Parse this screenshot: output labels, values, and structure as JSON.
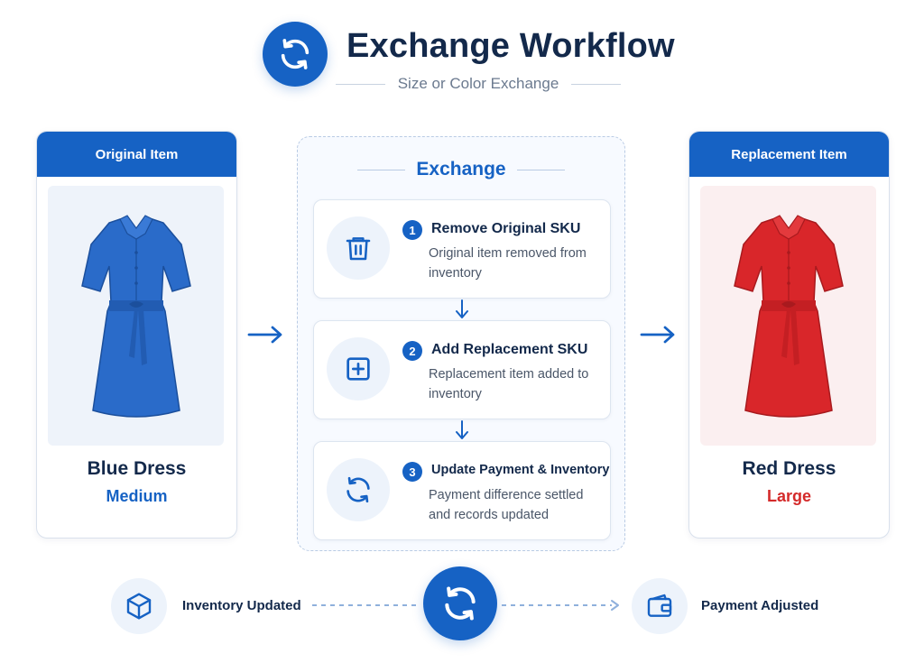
{
  "header": {
    "title": "Exchange Workflow",
    "subtitle": "Size or Color Exchange",
    "icon": "refresh-icon"
  },
  "original_item": {
    "heading": "Original Item",
    "name": "Blue Dress",
    "size": "Medium",
    "dress_color": "#2a6bc9",
    "size_color": "#1662c4",
    "image_bg": "#eef3fa"
  },
  "replacement_item": {
    "heading": "Replacement Item",
    "name": "Red Dress",
    "size": "Large",
    "dress_color": "#d9262a",
    "size_color": "#d42a2a",
    "image_bg": "#fbeff0"
  },
  "exchange": {
    "title": "Exchange",
    "steps": [
      {
        "number": "1",
        "title": "Remove Original SKU",
        "description": "Original item removed from inventory",
        "icon": "trash-icon"
      },
      {
        "number": "2",
        "title": "Add Replacement SKU",
        "description": "Replacement item added to inventory",
        "icon": "plus-square-icon"
      },
      {
        "number": "3",
        "title": "Update Payment & Inventory",
        "description": "Payment difference settled and records updated",
        "icon": "sync-icon"
      }
    ]
  },
  "footer": {
    "left_label": "Inventory Updated",
    "left_icon": "box-icon",
    "center_icon": "sync-icon",
    "right_label": "Payment Adjusted",
    "right_icon": "wallet-icon"
  },
  "colors": {
    "accent": "#1662c4",
    "dark_text": "#13294b"
  }
}
